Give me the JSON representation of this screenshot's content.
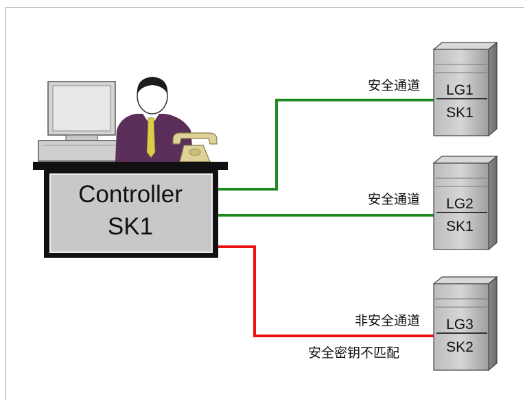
{
  "controller": {
    "line1": "Controller",
    "line2": "SK1"
  },
  "servers": [
    {
      "lg": "LG1",
      "sk": "SK1",
      "status": "安全通道",
      "link_color": "#1f8a1f"
    },
    {
      "lg": "LG2",
      "sk": "SK1",
      "status": "安全通道",
      "link_color": "#1f8a1f"
    },
    {
      "lg": "LG3",
      "sk": "SK2",
      "status": "非安全通道",
      "note": "安全密钥不匹配",
      "link_color": "#ee1111"
    }
  ],
  "icons": [
    "person-icon",
    "computer-icon",
    "telephone-icon",
    "server-icon"
  ]
}
